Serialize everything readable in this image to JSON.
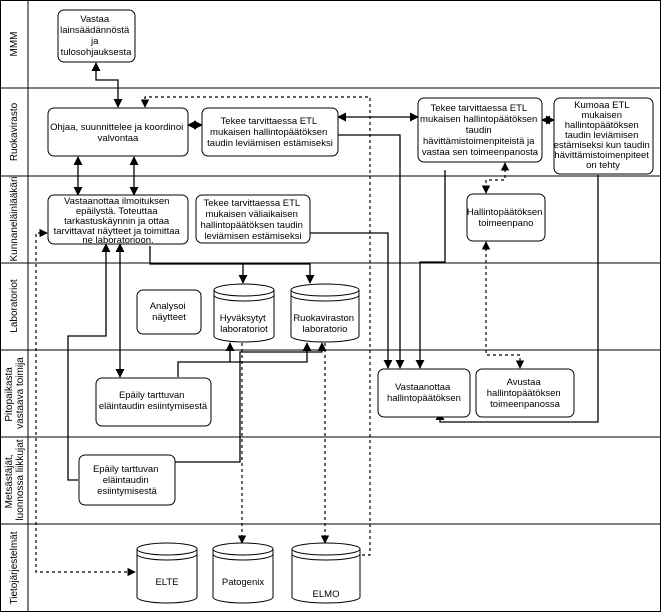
{
  "lanes": [
    {
      "id": "mmm",
      "label": [
        "MMM"
      ]
    },
    {
      "id": "ruokavirasto",
      "label": [
        "Ruokavirasto"
      ]
    },
    {
      "id": "kunnanelainlaakari",
      "label": [
        "Kunnaneläinlääkäri"
      ]
    },
    {
      "id": "laboratoriot",
      "label": [
        "Laboratoriot"
      ]
    },
    {
      "id": "pitopaikasta",
      "label": [
        "Pitopaikasta",
        "vastaava toimija"
      ]
    },
    {
      "id": "metsastajat",
      "label": [
        "Metsästäjät,",
        "luonnossa liikkujat"
      ]
    },
    {
      "id": "tietojarjestelmat",
      "label": [
        "Tietojärjestelmät"
      ]
    }
  ],
  "nodes": {
    "mmm_vastaa": [
      "Vastaa",
      "lainsäädännöstä",
      "ja",
      "tulosohjauksesta"
    ],
    "rv_ohjaa": [
      "Ohjaa, suunnittelee ja koordinoi",
      "valvontaa"
    ],
    "rv_etl1": [
      "Tekee tarvittaessa ETL",
      "mukaisen hallintopäätöksen",
      "taudin leviämisen estämiseksi"
    ],
    "rv_etl2": [
      "Tekee tarvittaessa ETL",
      "mukaisen hallintopäätöksen",
      "taudin",
      "hävittämistoimenpiteistä ja",
      "vastaa sen toimeenpanosta"
    ],
    "rv_kumoaa": [
      "Kumoaa ETL",
      "mukaisen",
      "hallintopäätöksen",
      "taudin leviämisen",
      "estämiseksi kun taudin",
      "hävittämistoimenpiteet",
      "on tehty"
    ],
    "ke_vastaanottaa": [
      "Vastaanottaa ilmoituksen",
      "epäilystä. Toteuttaa",
      "tarkastuskäynnin ja ottaa",
      "tarvittavat näytteet ja toimittaa",
      "ne laboratorioon."
    ],
    "ke_valiaik": [
      "Tekee tarvittaessa ETL",
      "mukaisen väliaikaisen",
      "hallintopäätöksen taudin",
      "leviämisen estämiseksi"
    ],
    "ke_toimeenpano": [
      "Hallintopäätöksen",
      "toimeenpano"
    ],
    "lab_analysoi": [
      "Analysoi",
      "näytteet"
    ],
    "lab_hyvaksytyt": [
      "Hyväksytyt",
      "laboratoriot"
    ],
    "lab_ruokavirasto": [
      "Ruokaviraston",
      "laboratorio"
    ],
    "pp_epaily": [
      "Epäily tarttuvan",
      "eläintaudin esiintymisestä"
    ],
    "pp_vastaanottaa": [
      "Vastaanottaa",
      "hallintopäätöksen"
    ],
    "pp_avustaa": [
      "Avustaa",
      "hallintopäätöksen",
      "toimeenpanossa"
    ],
    "me_epaily": [
      "Epäily tarttuvan",
      "eläintaudin",
      "esiintymisestä"
    ],
    "ts_elte": [
      "ELTE"
    ],
    "ts_patogenix": [
      "Patogenix"
    ],
    "ts_elmo": [
      "ELMO"
    ]
  }
}
